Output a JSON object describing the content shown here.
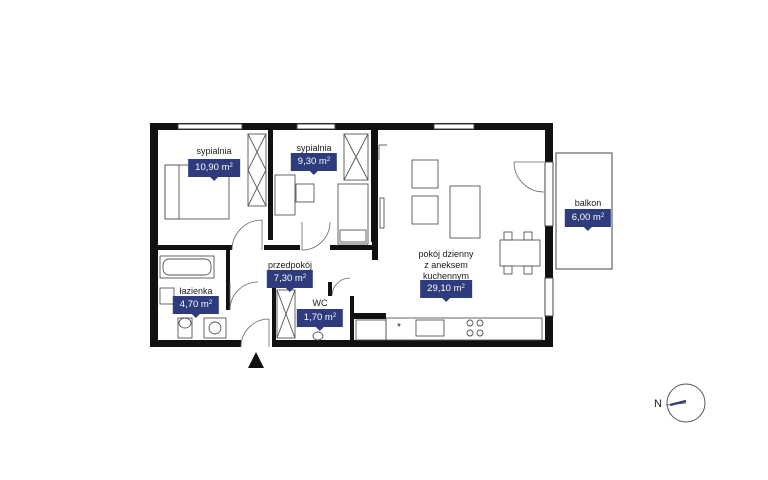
{
  "rooms": [
    {
      "name": "sypialnia",
      "area": "10,90 m",
      "unit_sup": "2"
    },
    {
      "name": "sypialnia",
      "area": "9,30 m",
      "unit_sup": "2"
    },
    {
      "name": "balkon",
      "area": "6,00 m",
      "unit_sup": "2"
    },
    {
      "name_lines": [
        "pokój dzienny",
        "z aneksem",
        "kuchennym"
      ],
      "area": "29,10 m",
      "unit_sup": "2"
    },
    {
      "name": "przedpokój",
      "area": "7,30 m",
      "unit_sup": "2"
    },
    {
      "name": "łazienka",
      "area": "4,70 m",
      "unit_sup": "2"
    },
    {
      "name": "WC",
      "area": "1,70 m",
      "unit_sup": "2"
    }
  ],
  "compass": {
    "label": "N"
  },
  "colors": {
    "wall": "#111111",
    "badge": "#2e3b7c",
    "compass_needle": "#2e3b7c",
    "furniture": "#555555"
  },
  "icons": [
    "entrance-arrow-icon",
    "compass-icon",
    "asterisk-icon"
  ],
  "misc": {
    "asterisk": "*"
  }
}
